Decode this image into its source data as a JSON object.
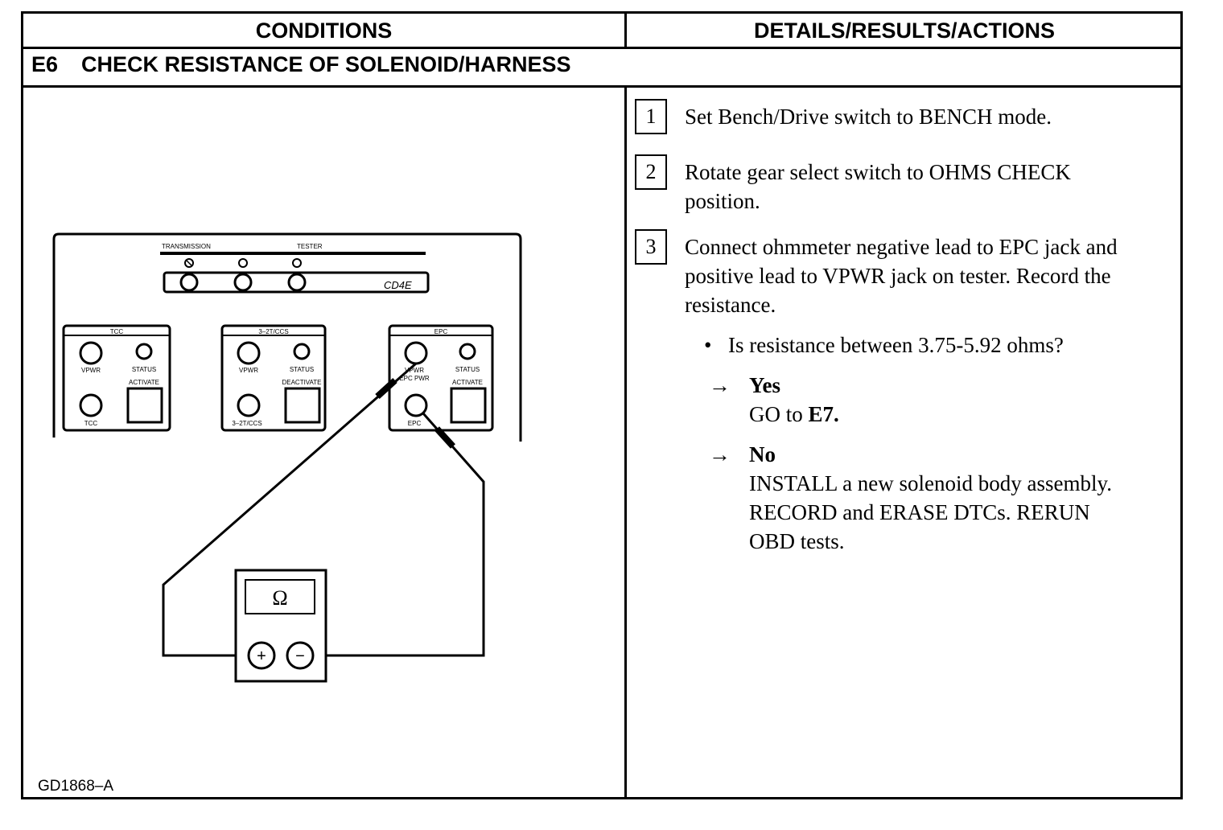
{
  "header": {
    "conditions": "CONDITIONS",
    "details": "DETAILS/RESULTS/ACTIONS"
  },
  "step": {
    "id": "E6",
    "title": "CHECK RESISTANCE OF SOLENOID/HARNESS"
  },
  "figure": {
    "id": "GD1868–A",
    "tester_label_left": "TRANSMISSION",
    "tester_label_right": "TESTER",
    "model": "CD4E",
    "panels": [
      {
        "title": "TCC",
        "jack1": "VPWR",
        "status": "STATUS",
        "button": "ACTIVATE",
        "jack2": "TCC"
      },
      {
        "title": "3–2T/CCS",
        "jack1": "VPWR",
        "status": "STATUS",
        "button": "DEACTIVATE",
        "jack2": "3–2T/CCS"
      },
      {
        "title": "EPC",
        "jack1": "VPWR",
        "jack1b": "EPC PWR",
        "status": "STATUS",
        "button": "ACTIVATE",
        "jack2": "EPC"
      }
    ],
    "meter_symbol": "Ω",
    "meter_plus": "+",
    "meter_minus": "−"
  },
  "steps": [
    {
      "num": "1",
      "text": "Set Bench/Drive switch to BENCH mode."
    },
    {
      "num": "2",
      "line1": "Rotate gear select switch to OHMS CHECK",
      "line2": "position."
    },
    {
      "num": "3",
      "line1": "Connect ohmmeter negative lead to EPC jack and",
      "line2": "positive lead to VPWR jack on tester. Record the",
      "line3": "resistance."
    }
  ],
  "question": {
    "bullet": "•",
    "text": "Is resistance between 3.75-5.92 ohms?"
  },
  "answers": {
    "arrow": "→",
    "yes_label": "Yes",
    "yes_prefix": "GO to ",
    "yes_target": "E7.",
    "no_label": "No",
    "no_line1": "INSTALL a new solenoid body assembly.",
    "no_line2": "RECORD and ERASE DTCs. RERUN",
    "no_line3": "OBD tests."
  }
}
